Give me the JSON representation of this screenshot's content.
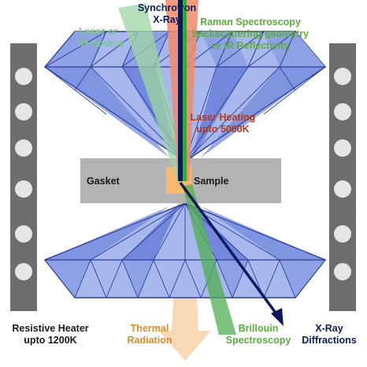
{
  "labels": {
    "synchrotron_line1": "Synchrotron",
    "synchrotron_line2": "X-Ray",
    "laser_line1": "Laser or",
    "laser_line2": "IR Source",
    "raman_line1": "Raman Spectroscopy",
    "raman_line2": "backscattering geometry",
    "raman_line3": "or IR Reflectivity",
    "heating_line1": "Laser Heating",
    "heating_line2": "upto 5000K",
    "gasket": "Gasket",
    "sample": "Sample",
    "heater_line1": "Resistive Heater",
    "heater_line2": "upto 1200K",
    "thermal_line1": "Thermal",
    "thermal_line2": "Radiation",
    "brillouin_line1": "Brillouin",
    "brillouin_line2": "Spectroscopy",
    "xrd_line1": "X-Ray",
    "xrd_line2": "Diffractions"
  },
  "colors": {
    "diamond_fill": "#a9b8ec",
    "diamond_dark": "#5d74d6",
    "diamond_edge": "#2b3e9a",
    "gasket": "#b3b3b3",
    "sample": "#f6b96e",
    "heater_bar": "#6d6d6d",
    "heater_circle": "#e6e6e6",
    "laser_beam": "#9dd6a2",
    "raman_beam": "#f08a6a",
    "synchrotron_beam": "#0d1b5e",
    "green_beam": "#39a83a",
    "thermal": "#f6d3a8"
  }
}
